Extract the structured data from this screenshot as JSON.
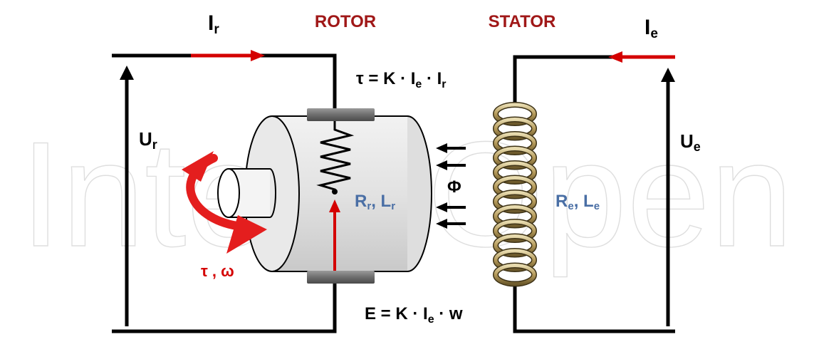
{
  "title_rotor": "ROTOR",
  "title_stator": "STATOR",
  "watermark": "IntechOpen",
  "current_rotor": {
    "main": "I",
    "sub": "r"
  },
  "current_stator": {
    "main": "I",
    "sub": "e"
  },
  "voltage_rotor": {
    "main": "U",
    "sub": "r"
  },
  "voltage_stator": {
    "main": "U",
    "sub": "e"
  },
  "torque_eq": {
    "lhs": "τ = K · I",
    "sub1": "e",
    "mid": " · I",
    "sub2": "r"
  },
  "emf_eq": {
    "lhs": "E = K · I",
    "sub1": "e",
    "rhs": " · w"
  },
  "rotor_params": {
    "r": "R",
    "r_sub": "r",
    "sep": ", ",
    "l": "L",
    "l_sub": "r"
  },
  "stator_params": {
    "r": "R",
    "r_sub": "e",
    "sep": ", ",
    "l": "L",
    "l_sub": "e"
  },
  "flux_label": "Φ",
  "torque_speed": "τ , ω",
  "colors": {
    "wire": "#000000",
    "current": "#d40000",
    "title": "#a01818",
    "param": "#4a6fa5",
    "coil": "#b59a5a"
  }
}
